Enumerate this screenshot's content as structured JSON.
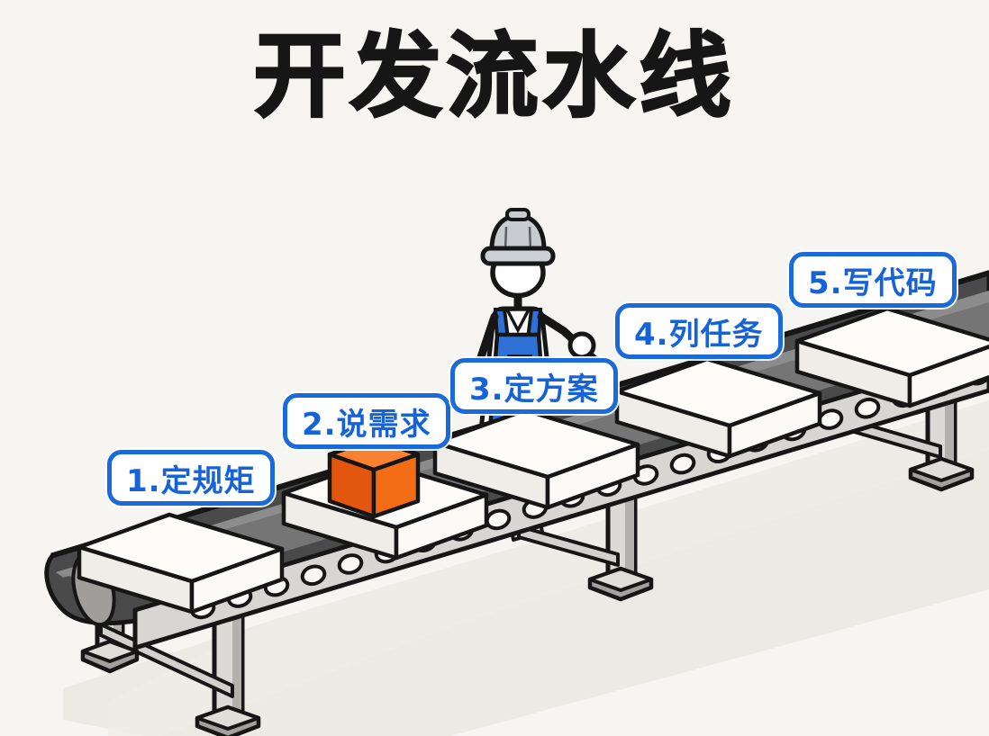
{
  "title": "开发流水线",
  "steps": [
    {
      "num": "1",
      "label": "1.定规矩"
    },
    {
      "num": "2",
      "label": "2.说需求"
    },
    {
      "num": "3",
      "label": "3.定方案"
    },
    {
      "num": "4",
      "label": "4.列任务"
    },
    {
      "num": "5",
      "label": "5.写代码"
    }
  ],
  "scene": {
    "figure": "worker-with-hard-hat",
    "objects": [
      "conveyor-belt",
      "five-white-boxes",
      "orange-cube-on-box-2"
    ]
  },
  "colors": {
    "background": "#f7f5f1",
    "label_blue": "#1b6ada",
    "label_text_blue": "#1563d8",
    "title_black": "#161616",
    "belt_gray": "#757575",
    "belt_dark": "#4a4a4a",
    "frame_gray": "#d8d6d2",
    "box_white": "#fdfcf9",
    "cube_orange_top": "#fa8132",
    "cube_orange_right": "#f26d15",
    "cube_orange_left": "#e2560e",
    "overalls_blue": "#2e72d8",
    "hat_gray": "#c8ccd1"
  }
}
